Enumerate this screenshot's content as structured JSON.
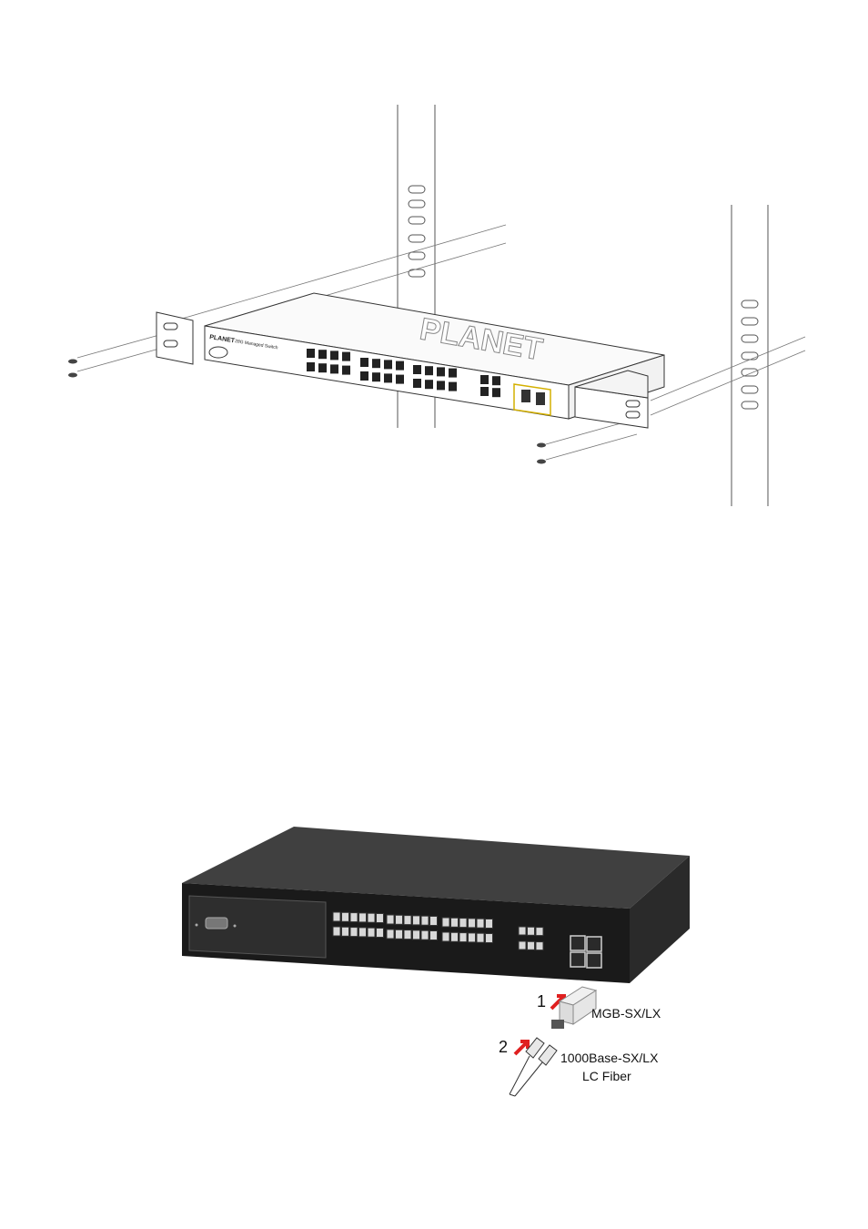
{
  "rack_figure": {
    "brand_text": "PLANET",
    "front_label": "28G Managed Switch"
  },
  "sfp_figure": {
    "step1_number": "1",
    "step2_number": "2",
    "module_label": "MGB-SX/LX",
    "fiber_label_line1": "1000Base-SX/LX",
    "fiber_label_line2": "LC Fiber",
    "colors": {
      "arrow": "#e02020",
      "switch_body": "#1c1c1c",
      "switch_top": "#3a3a3a"
    }
  }
}
